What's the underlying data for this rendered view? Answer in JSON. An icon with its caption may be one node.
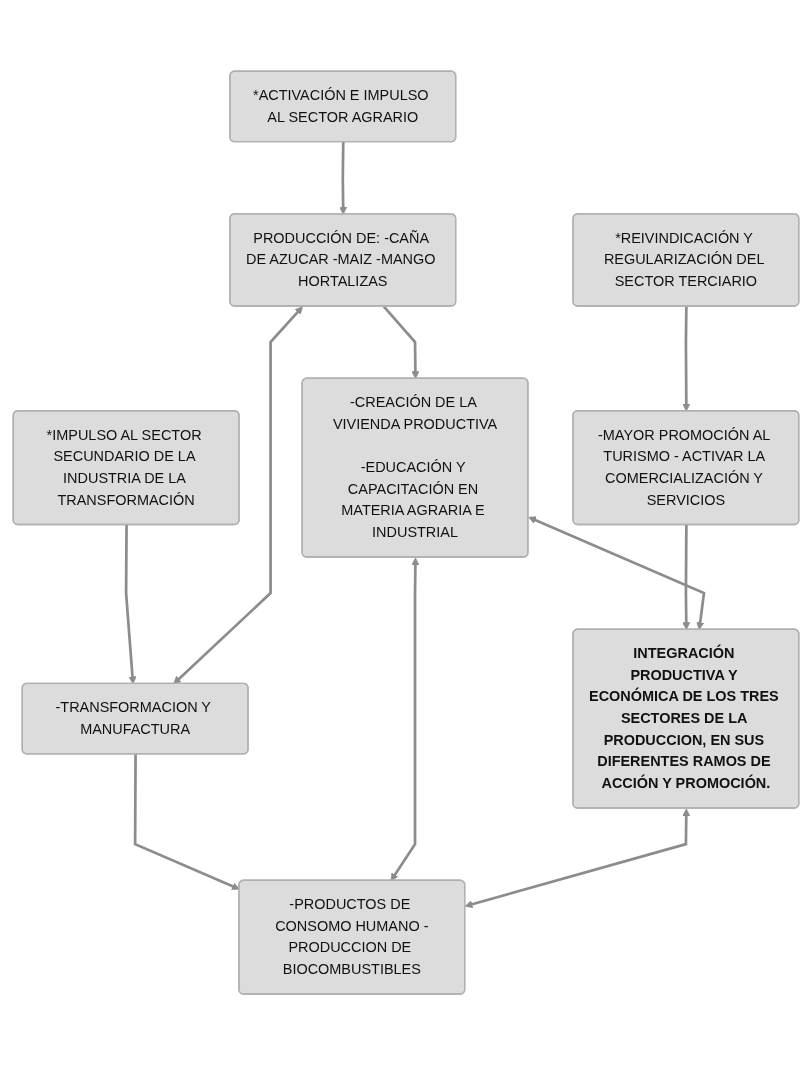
{
  "diagram": {
    "nodes": [
      {
        "text": [
          "*ACTIVACIÓN E IMPULSO AL SECTOR AGRARIO"
        ]
      },
      {
        "text": [
          "*IMPULSO AL SECTOR SECUNDARIO DE LA INDUSTRIA DE LA TRANSFORMACIÓN"
        ]
      },
      {
        "text": [
          "*REIVINDICACIÓN Y REGULARIZACIÓN DEL SECTOR TERCIARIO"
        ]
      },
      {
        "text": [
          "PRODUCCIÓN DE: -CAÑA DE AZUCAR -MAIZ -MANGO HORTALIZAS"
        ]
      },
      {
        "text": [
          "-TRANSFORMACION Y MANUFACTURA"
        ]
      },
      {
        "text": [
          "-MAYOR PROMOCIÓN AL TURISMO - ACTIVAR LA COMERCIALIZACIÓN Y SERVICIOS"
        ]
      },
      {
        "text": [
          "-PRODUCTOS DE CONSOMO HUMANO -PRODUCCION DE BIOCOMBUSTIBLES"
        ]
      },
      {
        "text": [
          "-CREACIÓN DE LA VIVIENDA PRODUCTIVA",
          "-EDUCACIÓN Y CAPACITACIÓN EN MATERIA AGRARIA E INDUSTRIAL"
        ]
      },
      {
        "text": [
          "INTEGRACIÓN PRODUCTIVA Y ECONÓMICA DE LOS TRES SECTORES DE LA PRODUCCION, EN SUS DIFERENTES RAMOS DE ACCIÓN Y PROMOCIÓN."
        ]
      }
    ],
    "edges": [
      {
        "from": 0,
        "to": 3,
        "arrow": "to"
      },
      {
        "from": 1,
        "to": 4,
        "arrow": "to"
      },
      {
        "from": 2,
        "to": 5,
        "arrow": "to"
      },
      {
        "from": 3,
        "to": 4,
        "arrow": "both"
      },
      {
        "from": 4,
        "to": 6,
        "arrow": "to"
      },
      {
        "from": 3,
        "to": 7,
        "arrow": "to"
      },
      {
        "from": 5,
        "to": 8,
        "arrow": "to"
      },
      {
        "from": 7,
        "to": 8,
        "arrow": "both"
      },
      {
        "from": 7,
        "to": 6,
        "arrow": "both"
      },
      {
        "from": 8,
        "to": 6,
        "arrow": "both"
      }
    ]
  }
}
